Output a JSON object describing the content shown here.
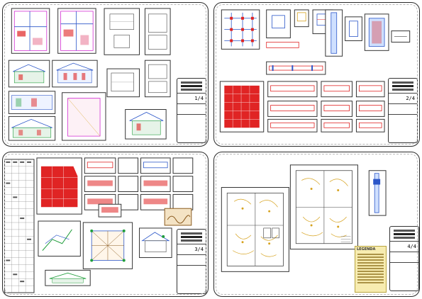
{
  "sheets": [
    {
      "id": "architectural",
      "sheet_number": "1/4"
    },
    {
      "id": "structural",
      "sheet_number": "2/4"
    },
    {
      "id": "hydraulic",
      "sheet_number": "3/4"
    },
    {
      "id": "electrical",
      "sheet_number": "4/4"
    }
  ],
  "electrical_legend": {
    "header": "LEGENDA"
  },
  "colors": {
    "frame": "#2a2a2a",
    "structure_red": "#e02424",
    "wall_blue": "#2b56c8",
    "magenta": "#d12bd1",
    "circuit_yellow": "#d6a21e",
    "grid_green": "#1f9d3a",
    "note_yellow": "#f7ecb0"
  }
}
